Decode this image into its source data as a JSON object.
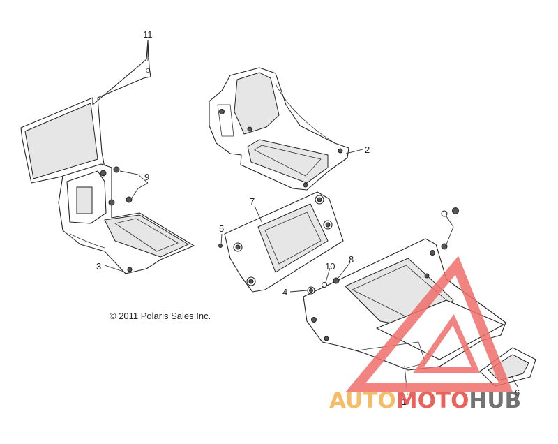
{
  "copyright": "© 2011 Polaris Sales Inc.",
  "callouts": [
    {
      "id": "c11",
      "label": "11"
    },
    {
      "id": "c2",
      "label": "2"
    },
    {
      "id": "c9",
      "label": "9"
    },
    {
      "id": "c7",
      "label": "7"
    },
    {
      "id": "c5",
      "label": "5"
    },
    {
      "id": "c3",
      "label": "3"
    },
    {
      "id": "c10",
      "label": "10"
    },
    {
      "id": "c8",
      "label": "8"
    },
    {
      "id": "c4",
      "label": "4"
    },
    {
      "id": "c1",
      "label": "1"
    },
    {
      "id": "c6",
      "label": "6"
    }
  ],
  "watermark": {
    "parts": [
      "AUTO",
      "MOTO",
      "HUB"
    ],
    "colors": {
      "auto": "#f5b04d",
      "moto": "#e8463f",
      "hub": "#5b5b5b",
      "triangle": "#ef6e6a"
    }
  }
}
